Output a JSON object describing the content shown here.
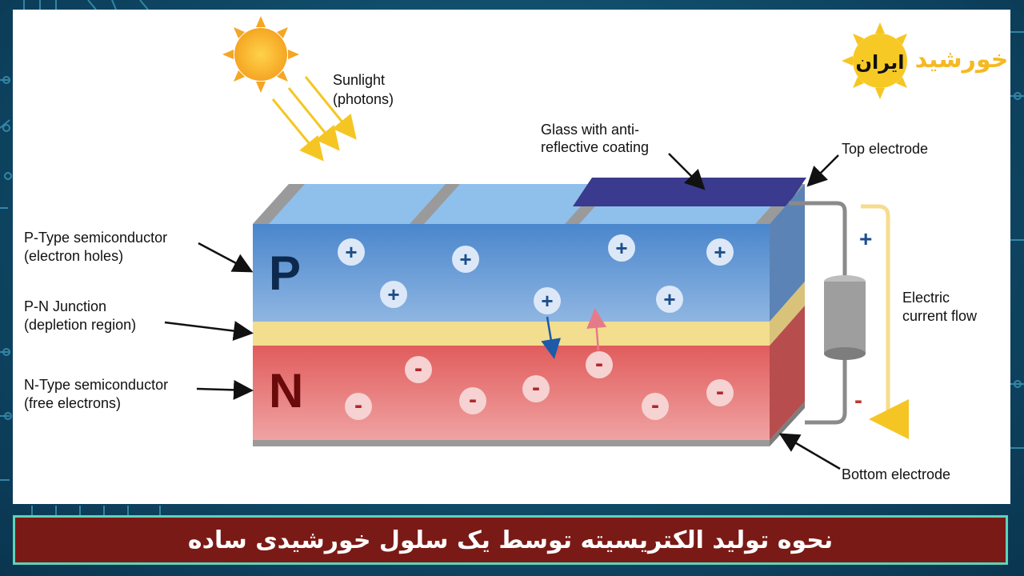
{
  "colors": {
    "p_layer": "#5c95d3",
    "junction": "#f3dd8e",
    "n_layer": "#e06a6a",
    "glass": "#3a3a8e",
    "caption_bg": "#7a1a16",
    "caption_border": "#5fd3b8"
  },
  "labels": {
    "sunlight_line1": "Sunlight",
    "sunlight_line2": "(photons)",
    "glass_line1": "Glass with anti-",
    "glass_line2": "reflective coating",
    "top_electrode": "Top electrode",
    "p_type_line1": "P-Type semiconductor",
    "p_type_line2": "(electron holes)",
    "pn_line1": "P-N Junction",
    "pn_line2": "(depletion region)",
    "n_type_line1": "N-Type semiconductor",
    "n_type_line2": "(free electrons)",
    "current_line1": "Electric",
    "current_line2": "current flow",
    "bottom_electrode": "Bottom electrode",
    "p_letter": "P",
    "n_letter": "N",
    "plus_sign": "+",
    "minus_sign": "-"
  },
  "logo": {
    "inner": "ایران",
    "outer": "خورشید"
  },
  "caption": "نحوه تولید الکتریسیته توسط یک سلول خورشیدی ساده"
}
